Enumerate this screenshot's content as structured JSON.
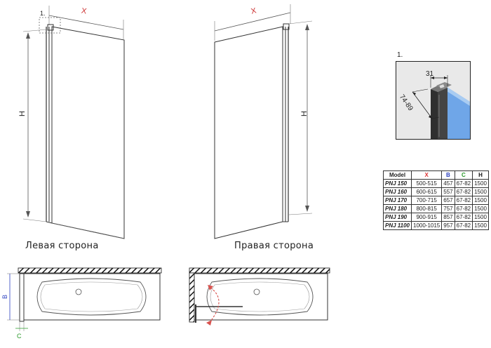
{
  "left_panel": {
    "caption": "Левая сторона",
    "dim_x": "X",
    "dim_h": "H",
    "detail_marker": "1."
  },
  "right_panel": {
    "caption": "Правая сторона",
    "dim_x": "X",
    "dim_h": "H"
  },
  "detail": {
    "marker": "1.",
    "width_label": "31",
    "depth_label": "74-89",
    "colors": {
      "glass": "#6fa6e8",
      "profile": "#4a4a4a",
      "background": "#e9e9e9"
    }
  },
  "spec_table": {
    "headers": [
      "Model",
      "X",
      "B",
      "C",
      "H"
    ],
    "header_colors": [
      "#111111",
      "#d33333",
      "#2a3fbf",
      "#2a9a2a",
      "#111111"
    ],
    "rows": [
      [
        "PNJ 150",
        "500-515",
        "457",
        "67-82",
        "1500"
      ],
      [
        "PNJ 160",
        "600-615",
        "557",
        "67-82",
        "1500"
      ],
      [
        "PNJ 170",
        "700-715",
        "657",
        "67-82",
        "1500"
      ],
      [
        "PNJ 180",
        "800-815",
        "757",
        "67-82",
        "1500"
      ],
      [
        "PNJ 190",
        "900-915",
        "857",
        "67-82",
        "1500"
      ],
      [
        "PNJ 1100",
        "1000-1015",
        "957",
        "67-82",
        "1500"
      ]
    ]
  },
  "plan_left": {
    "dim_b": "B",
    "dim_c": "C"
  }
}
